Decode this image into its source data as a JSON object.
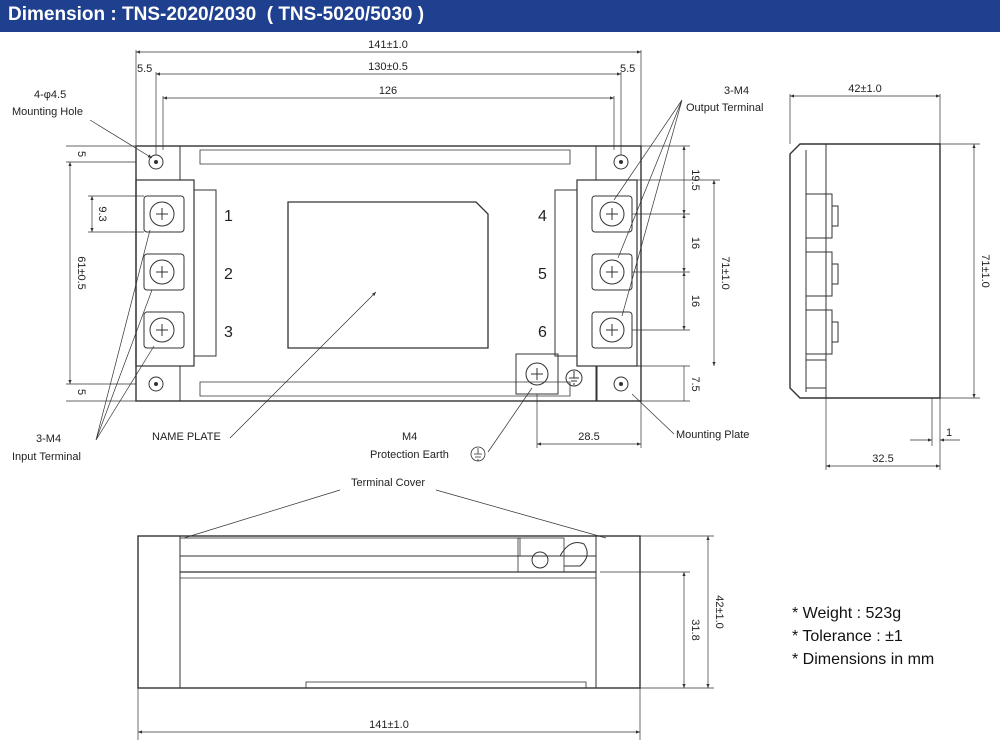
{
  "header": {
    "title": "Dimension : TNS-2020/2030  ( TNS-5020/5030 )",
    "bg_color": "#1f3f8f",
    "text_color": "#ffffff"
  },
  "front_view": {
    "dim_overall": "141±1.0",
    "dim_mount": "130±0.5",
    "dim_inner": "126",
    "dim_edge_left": "5.5",
    "dim_edge_right": "5.5",
    "dim_top_5": "5",
    "dim_93": "9.3",
    "dim_61": "61±0.5",
    "dim_bottom_5": "5",
    "dim_195": "19.5",
    "dim_16a": "16",
    "dim_16b": "16",
    "dim_71": "71±1.0",
    "dim_75": "7.5",
    "dim_285": "28.5",
    "terminal_1": "1",
    "terminal_2": "2",
    "terminal_3": "3",
    "terminal_4": "4",
    "terminal_5": "5",
    "terminal_6": "6",
    "mounting_hole_size": "4-φ4.5",
    "mounting_hole": "Mounting Hole",
    "output_m4": "3-M4",
    "output_terminal": "Output Terminal",
    "input_m4": "3-M4",
    "input_terminal": "Input Terminal",
    "name_plate": "NAME PLATE",
    "pe_m4": "M4",
    "protection_earth": "Protection Earth",
    "mounting_plate": "Mounting Plate"
  },
  "side_view": {
    "dim_42": "42±1.0",
    "dim_71": "71±1.0",
    "dim_1": "1",
    "dim_325": "32.5"
  },
  "bottom_view": {
    "terminal_cover": "Terminal Cover",
    "dim_42": "42±1.0",
    "dim_318": "31.8",
    "dim_141": "141±1.0"
  },
  "notes": [
    "* Weight : 523g",
    "* Tolerance : ±1",
    "* Dimensions in mm"
  ]
}
